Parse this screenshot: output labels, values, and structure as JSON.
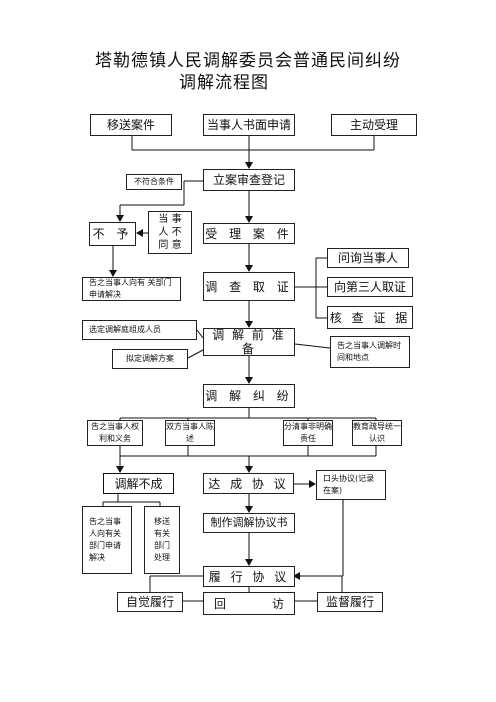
{
  "title": {
    "line1": "塔勒德镇人民调解委员会普通民间纠纷",
    "line2": "调解流程图"
  },
  "nodes": {
    "transfer_case": "移送案件",
    "written_application": "当事人书面申请",
    "active_acceptance": "主动受理",
    "register": "立案审查登记",
    "not_qualified": "不符合条件",
    "reject": "不  予",
    "party_disagree": "当 事 人 不 同 意",
    "accept_case": "受 理 案 件",
    "inform_department": "告之当事人向有 关部门申请解决",
    "investigate": "调 查 取 证",
    "ask_parties": "问询当事人",
    "third_party_evidence": "向第三人取证",
    "verify_evidence": "核 查 证 据",
    "select_members": "选定调解庭组成人员",
    "mediation_prep": "调 解 前 准 备",
    "draft_plan": "拟定调解方案",
    "notify_time_place": "告之当事人调解时间和地点",
    "mediate_dispute": "调 解 纠 纷",
    "inform_rights": "告之当事人权利和义务",
    "both_statements": "双方当事人陈述",
    "clarify_facts": "分清事非明确责任",
    "educate_guide": "教育疏导统一认识",
    "mediation_failed": "调解不成",
    "reach_agreement": "达 成 协 议",
    "oral_agreement": "口头协议(记录在案)",
    "inform_other_dept": "告之当事人向有关部门申请解决",
    "transfer_dept": "移送有关部门处理",
    "make_agreement": "制作调解协议书",
    "perform_agreement": "履 行 协 议",
    "voluntary": "自觉履行",
    "return_visit_a": "回",
    "return_visit_b": "访",
    "supervised": "监督履行"
  }
}
